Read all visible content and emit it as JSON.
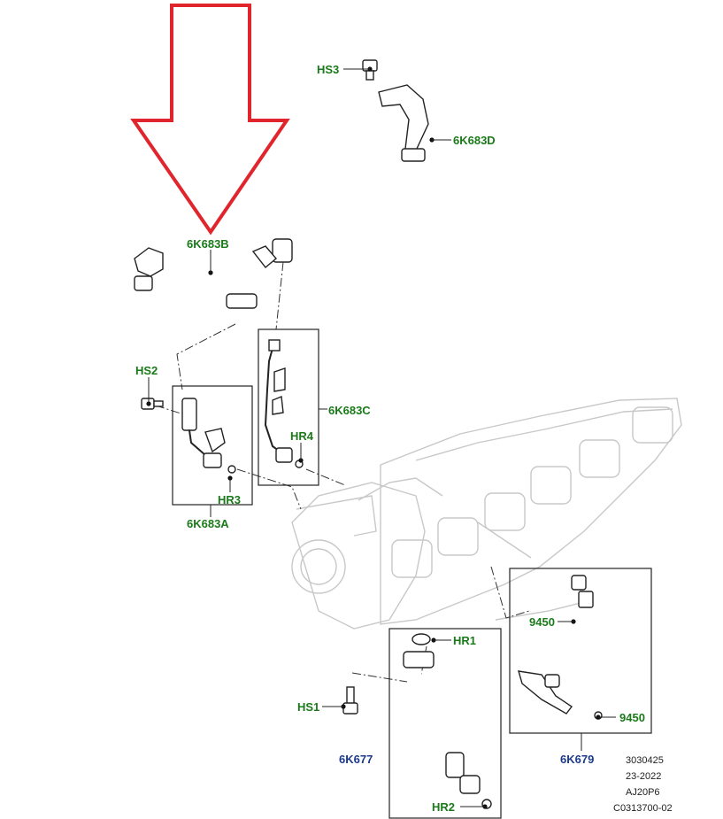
{
  "labels": {
    "hs3": "HS3",
    "k683d": "6K683D",
    "k683b": "6K683B",
    "hs2": "HS2",
    "k683c": "6K683C",
    "hr4": "HR4",
    "hr3": "HR3",
    "k683a": "6K683A",
    "hr1": "HR1",
    "n9450_top": "9450",
    "hs1": "HS1",
    "n9450_bottom": "9450",
    "k677": "6K677",
    "k679": "6K679",
    "hr2": "HR2"
  },
  "reference": {
    "line1": "3030425",
    "line2": "23-2022",
    "line3": "AJ20P6",
    "line4": "C0313700-02"
  },
  "colors": {
    "label_green": "#1a7a1a",
    "label_blue": "#1c3a8c",
    "arrow_red": "#e0262c"
  }
}
